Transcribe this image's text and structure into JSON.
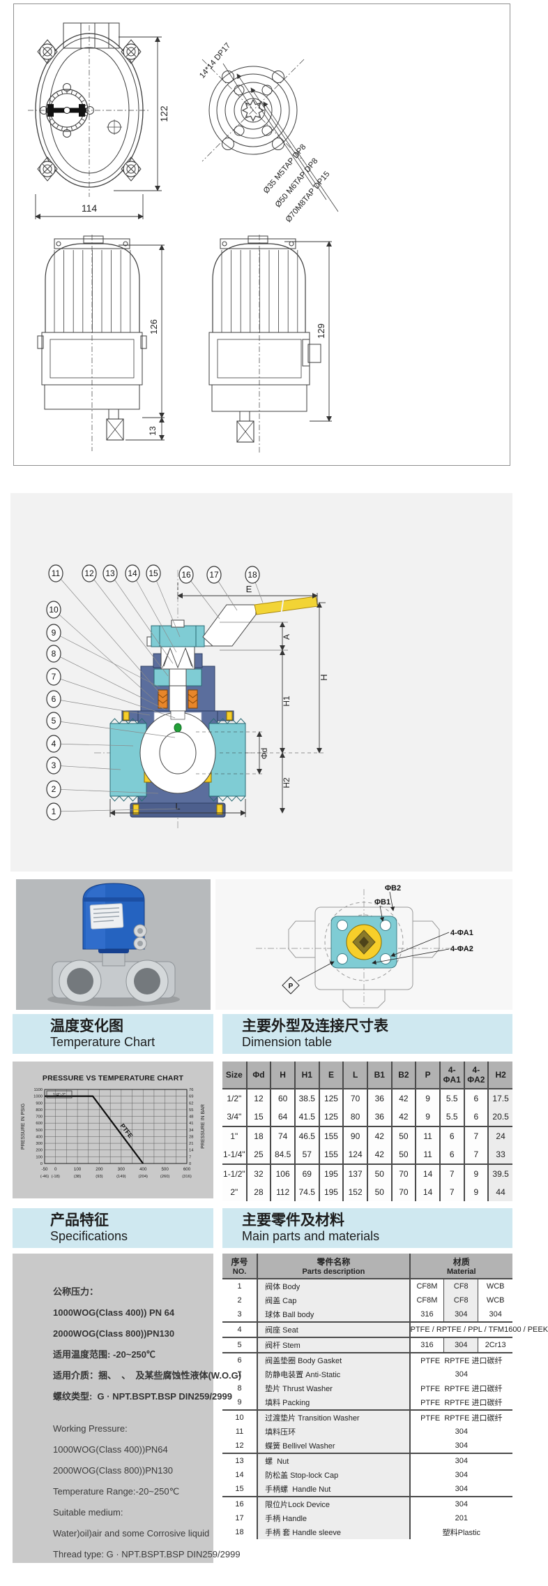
{
  "colors": {
    "header_bar": "#cfe8f0",
    "panel_gray": "#c9c9c9",
    "diagram_bg": "#f2f2f2",
    "table_header": "#b3b3b3",
    "valve_teal": "#7fccd4",
    "valve_blue": "#5b6e9d",
    "seat_yellow": "#f7cf2a",
    "handle_yellow": "#f2d435",
    "packing_orange": "#e8862a",
    "indicator_green": "#22a038",
    "actuator_blue": "#2563c0"
  },
  "drawings": {
    "dim_width": "114",
    "dim_height": "122",
    "dim_left_view_height": "126",
    "dim_right_view_height": "129",
    "dim_stem_height": "13",
    "mount_labels": [
      "14*14 DP17",
      "Ø35 M5TAP DP8",
      "Ø50 M6TAP DP8",
      "Ø70M8TAP DP15"
    ]
  },
  "valve_diagram": {
    "callouts_top": [
      "11",
      "12",
      "13",
      "14",
      "15",
      "16",
      "17",
      "18"
    ],
    "callouts_left": [
      "10",
      "9",
      "8",
      "7",
      "6",
      "5",
      "4",
      "3",
      "2",
      "1"
    ],
    "dims": {
      "e": "E",
      "a": "A",
      "h": "H",
      "h1": "H1",
      "h2": "H2",
      "phid": "Φd",
      "l": "L"
    }
  },
  "pad_drawing": {
    "labels": {
      "b2": "ΦB2",
      "b1": "ΦB1",
      "a1": "4-ΦA1",
      "a2": "4-ΦA2",
      "p": "P"
    }
  },
  "sections": {
    "temperature": {
      "title_cn": "温度变化图",
      "title_en": "Temperature Chart"
    },
    "dimension": {
      "title_cn": "主要外型及连接尺寸表",
      "title_en": "Dimension table"
    },
    "specs": {
      "title_cn": "产品特征",
      "title_en": "Specifications"
    },
    "parts": {
      "title_cn": "主要零件及材料",
      "title_en": "Main parts and materials"
    }
  },
  "chart_data": {
    "type": "line",
    "title": "PRESSURE VS TEMPERATURE CHART",
    "ylabel_left": "PRESSURE IN PSIG",
    "ylabel_right": "PRESSURE IN BAR",
    "xlim": [
      -50,
      600
    ],
    "ylim": [
      0,
      1100
    ],
    "x_grid_step": 50,
    "y_grid_step": 100,
    "x_ticks": [
      {
        "f": "-50",
        "c": "(-46)"
      },
      {
        "f": "0",
        "c": "(-18)"
      },
      {
        "f": "100",
        "c": "(38)"
      },
      {
        "f": "200",
        "c": "(93)"
      },
      {
        "f": "300",
        "c": "(149)"
      },
      {
        "f": "400",
        "c": "(204)"
      },
      {
        "f": "500",
        "c": "(260)"
      },
      {
        "f": "600",
        "c": "(316)"
      }
    ],
    "y_ticks_psig": [
      0,
      100,
      200,
      300,
      400,
      500,
      600,
      700,
      800,
      900,
      1000,
      1100
    ],
    "y_ticks_bar": [
      0,
      7,
      14,
      21,
      28,
      34,
      41,
      48,
      55,
      62,
      69,
      76
    ],
    "series": [
      {
        "name": "PTFE",
        "points": [
          [
            -50,
            1000
          ],
          [
            170,
            1000
          ],
          [
            400,
            0
          ]
        ]
      }
    ],
    "annotation": "1/4\"-2\"",
    "grid": true,
    "legend_position": "on-line"
  },
  "dimension_table": {
    "columns": [
      "Size",
      "Φd",
      "H",
      "H1",
      "E",
      "L",
      "B1",
      "B2",
      "P",
      "4-ΦA1",
      "4-ΦA2",
      "H2"
    ],
    "rows": [
      [
        "1/2\"",
        "12",
        "60",
        "38.5",
        "125",
        "70",
        "36",
        "42",
        "9",
        "5.5",
        "6",
        "17.5"
      ],
      [
        "3/4\"",
        "15",
        "64",
        "41.5",
        "125",
        "80",
        "36",
        "42",
        "9",
        "5.5",
        "6",
        "20.5"
      ],
      [
        "1\"",
        "18",
        "74",
        "46.5",
        "155",
        "90",
        "42",
        "50",
        "11",
        "6",
        "7",
        "24"
      ],
      [
        "1-1/4\"",
        "25",
        "84.5",
        "57",
        "155",
        "124",
        "42",
        "50",
        "11",
        "6",
        "7",
        "33"
      ],
      [
        "1-1/2\"",
        "32",
        "106",
        "69",
        "195",
        "137",
        "50",
        "70",
        "14",
        "7",
        "9",
        "39.5"
      ],
      [
        "2\"",
        "28",
        "112",
        "74.5",
        "195",
        "152",
        "50",
        "70",
        "14",
        "7",
        "9",
        "44"
      ]
    ],
    "group_after": [
      1,
      3
    ]
  },
  "specifications": {
    "lines_cn": [
      "公称压力：",
      "1000WOG(Class 400)) PN 64",
      "2000WOG(Class 800))PN130",
      "适用温度范围: -20~250℃",
      "适用介质：捆、  、  及某些腐蚀性液体(W.O.G)",
      "螺纹类型:  G · NPT.BSPT.BSP DIN259/2999"
    ],
    "lines_en": [
      "Working Pressure:",
      "1000WOG(Class 400))PN64",
      "2000WOG(Class 800))PN130",
      "Temperature Range:-20~250℃",
      "Suitable medium:",
      "Water)oil)air and some Corrosive liquid",
      "Thread type: G · NPT.BSPT.BSP DIN259/2999"
    ]
  },
  "parts_table": {
    "header": {
      "no_cn": "序号",
      "no_en": "NO.",
      "name_cn": "零件名称",
      "name_en": "Parts  description",
      "mat_cn": "材质",
      "mat_en": "Material"
    },
    "rows": [
      {
        "no": "1",
        "name": "阀体 Body",
        "mats": [
          "CF8M",
          "CF8",
          "WCB"
        ]
      },
      {
        "no": "2",
        "name": "阀盖 Cap",
        "mats": [
          "CF8M",
          "CF8",
          "WCB"
        ]
      },
      {
        "no": "3",
        "name": "球体 Ball body",
        "mats": [
          "316",
          "304",
          "304"
        ],
        "group_end": true
      },
      {
        "no": "4",
        "name": "阀座 Seat",
        "mats": [
          "PTFE / RPTFE / PPL / TFM1600 / PEEK"
        ],
        "span": true,
        "group_end": true
      },
      {
        "no": "5",
        "name": "阀杆 Stem",
        "mats": [
          "316",
          "304",
          "2Cr13"
        ],
        "group_end": true
      },
      {
        "no": "6",
        "name": "阀盖垫圈 Body Gasket",
        "mats": [
          "PTFE  RPTFE 进口碳纤"
        ],
        "span": true
      },
      {
        "no": "7",
        "name": "防静电装置 Anti-Static",
        "mats": [
          "304"
        ],
        "span": true
      },
      {
        "no": "8",
        "name": "垫片 Thrust Washer",
        "mats": [
          "PTFE  RPTFE 进口碳纤"
        ],
        "span": true
      },
      {
        "no": "9",
        "name": "填料 Packing",
        "mats": [
          "PTFE  RPTFE 进口碳纤"
        ],
        "span": true,
        "group_end": true
      },
      {
        "no": "10",
        "name": "过渡垫片 Transition Washer",
        "mats": [
          "PTFE  RPTFE 进口碳纤"
        ],
        "span": true
      },
      {
        "no": "11",
        "name": "填料压环",
        "mats": [
          "304"
        ],
        "span": true
      },
      {
        "no": "12",
        "name": "蝶簧 Bellivel Washer",
        "mats": [
          "304"
        ],
        "span": true,
        "group_end": true
      },
      {
        "no": "13",
        "name": "螺  Nut",
        "mats": [
          "304"
        ],
        "span": true
      },
      {
        "no": "14",
        "name": "防松盖 Stop-lock Cap",
        "mats": [
          "304"
        ],
        "span": true
      },
      {
        "no": "15",
        "name": "手柄螺  Handle Nut",
        "mats": [
          "304"
        ],
        "span": true,
        "group_end": true
      },
      {
        "no": "16",
        "name": "限位片Lock Device",
        "mats": [
          "304"
        ],
        "span": true
      },
      {
        "no": "17",
        "name": "手柄 Handle",
        "mats": [
          "201"
        ],
        "span": true
      },
      {
        "no": "18",
        "name": "手柄 套 Handle sleeve",
        "mats": [
          "塑料Plastic"
        ],
        "span": true
      }
    ]
  }
}
